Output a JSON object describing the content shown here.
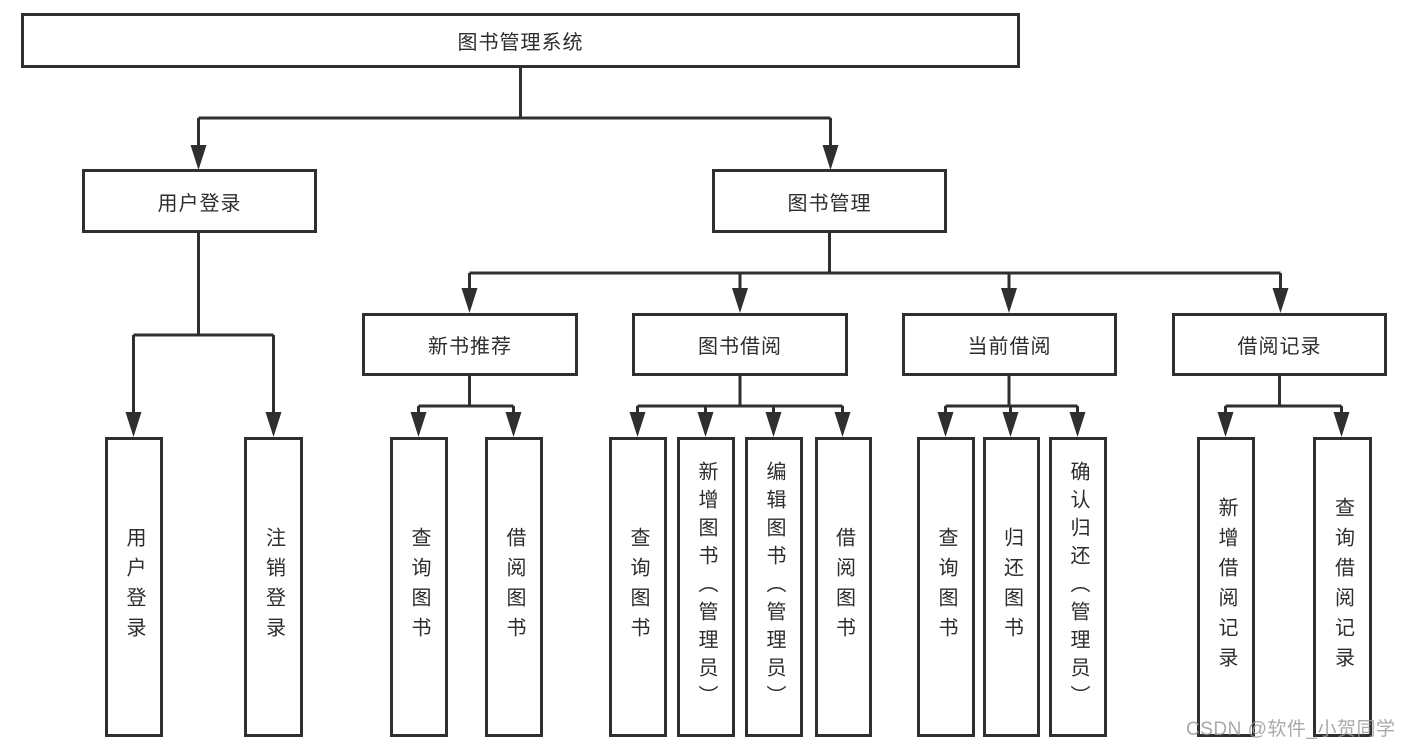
{
  "diagram": {
    "title": "图书管理系统",
    "root": {
      "label": "图书管理系统"
    },
    "level1": [
      {
        "label": "用户登录"
      },
      {
        "label": "图书管理"
      }
    ],
    "level2": [
      {
        "label": "新书推荐"
      },
      {
        "label": "图书借阅"
      },
      {
        "label": "当前借阅"
      },
      {
        "label": "借阅记录"
      }
    ],
    "leaves": {
      "user_login": [
        "用户登录",
        "注销登录"
      ],
      "new_books": [
        "查询图书",
        "借阅图书"
      ],
      "book_borrow": [
        "查询图书",
        "新增图书（管理员）",
        "编辑图书（管理员）",
        "借阅图书"
      ],
      "current_borrow": [
        "查询图书",
        "归还图书",
        "确认归还（管理员）"
      ],
      "borrow_records": [
        "新增借阅记录",
        "查询借阅记录"
      ]
    }
  },
  "watermark": "CSDN @软件_小贺同学",
  "colors": {
    "line": "#2f2f2f",
    "text": "#2d2d2d",
    "watermark": "#9b9b9b",
    "background": "#ffffff"
  }
}
